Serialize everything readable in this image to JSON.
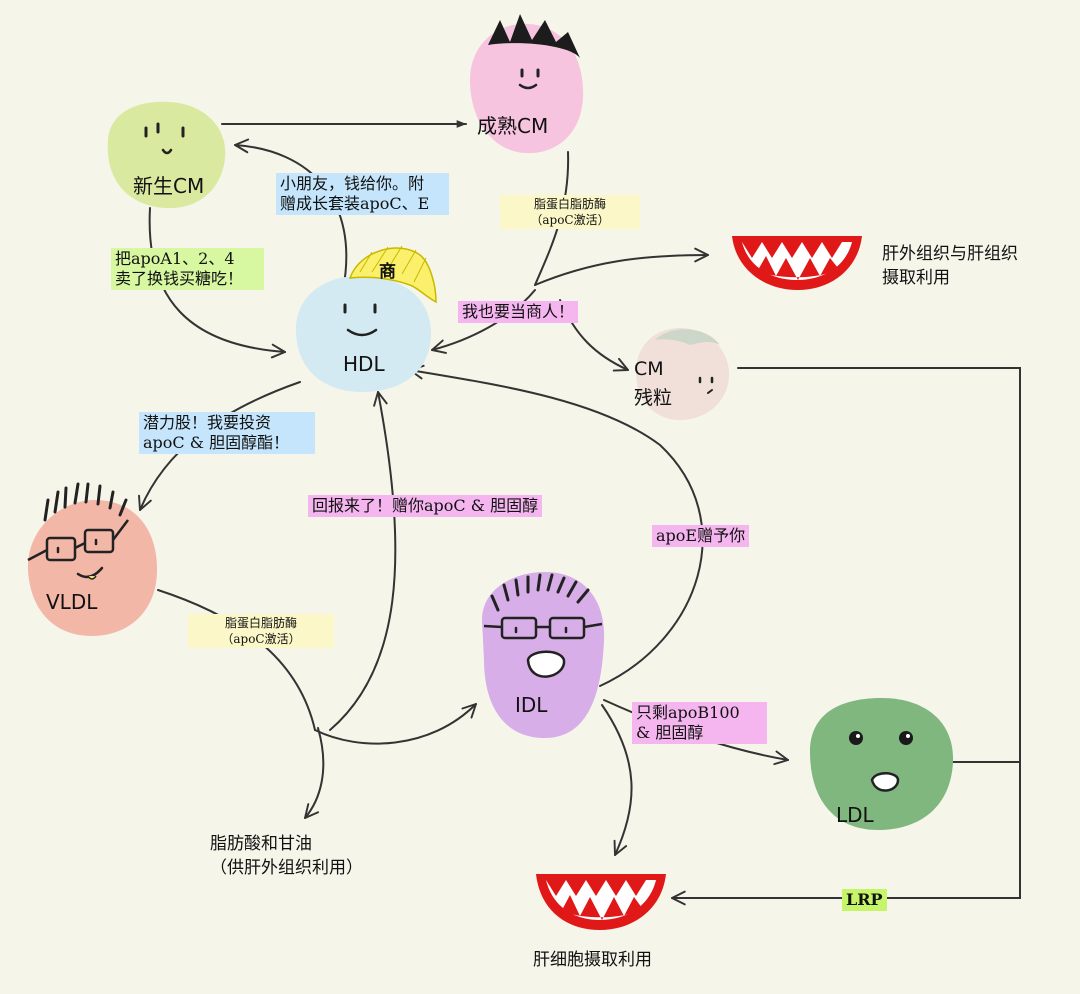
{
  "cells": {
    "new_cm": "新生CM",
    "mature_cm": "成熟CM",
    "hdl": "HDL",
    "hdl_hat": "商",
    "cm_remnant_1": "CM",
    "cm_remnant_2": "残粒",
    "vldl": "VLDL",
    "idl": "IDL",
    "ldl": "LDL"
  },
  "labels": {
    "sell_1": "把apoA1、2、4",
    "sell_2": "卖了换钱买糖吃！",
    "pay_1": "小朋友，钱给你。附",
    "pay_2": "赠成长套装apoC、E",
    "lpl1_1": "脂蛋白脂肪酶",
    "lpl1_2": "（apoC激活）",
    "merchant": "我也要当商人！",
    "invest_1": "潜力股！我要投资",
    "invest_2": "apoC & 胆固醇酯！",
    "return": "回报来了！赠你apoC & 胆固醇",
    "apoe": "apoE赠予你",
    "lpl2_1": "脂蛋白脂肪酶",
    "lpl2_2": "（apoC激活）",
    "remain_1": "只剩apoB100",
    "remain_2": "& 胆固醇",
    "lrp": "LRP"
  },
  "notes": {
    "extrahepatic_1": "肝外组织与肝组织",
    "extrahepatic_2": "摄取利用",
    "fa_1": "脂肪酸和甘油",
    "fa_2": "（供肝外组织利用）",
    "liver": "肝细胞摄取利用"
  },
  "colors": {
    "new_cm": "#d9eaa0",
    "mature_cm": "#f7c4df",
    "hdl": "#d3eaf3",
    "cm_remnant": "#f1dfd9",
    "vldl": "#f3b7a8",
    "idl": "#d7aee8",
    "ldl": "#7fb77f",
    "mouth_red": "#e01818"
  }
}
